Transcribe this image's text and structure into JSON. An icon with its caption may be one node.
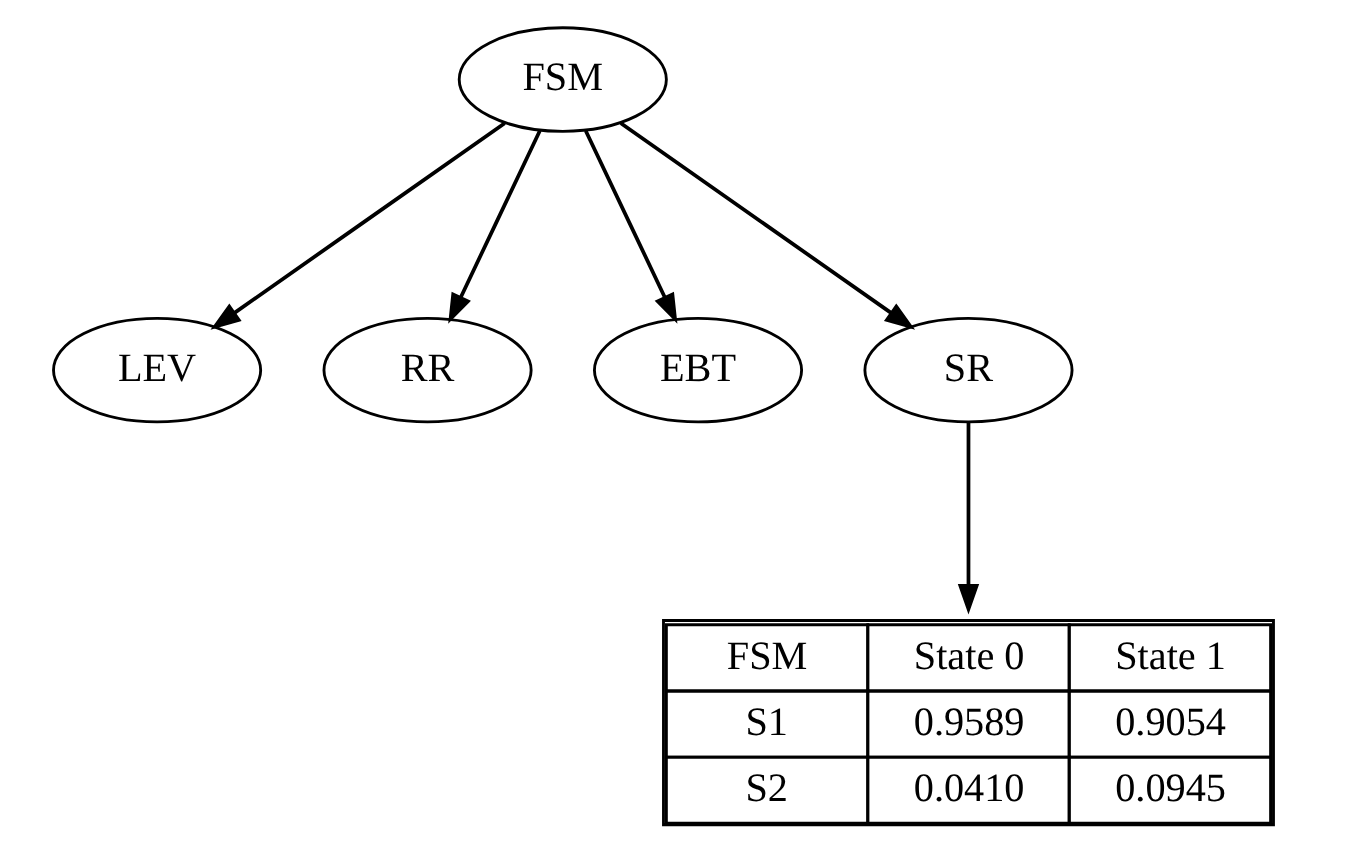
{
  "diagram": {
    "nodes": [
      {
        "text": [
          "FSM"
        ]
      },
      {
        "text": [
          "LEV"
        ]
      },
      {
        "text": [
          "RR"
        ]
      },
      {
        "text": [
          "EBT"
        ]
      },
      {
        "text": [
          "SR"
        ]
      },
      {
        "text": [
          "FSM",
          "State 0",
          "State 1",
          "S1",
          "0.9589",
          "0.9054",
          "S2",
          "0.0410",
          "0.0945"
        ]
      }
    ],
    "edges": [
      {
        "from": 0,
        "to": 1,
        "arrow": "to"
      },
      {
        "from": 0,
        "to": 2,
        "arrow": "to"
      },
      {
        "from": 0,
        "to": 3,
        "arrow": "to"
      },
      {
        "from": 0,
        "to": 4,
        "arrow": "to"
      },
      {
        "from": 4,
        "to": 5,
        "arrow": "to"
      }
    ]
  }
}
